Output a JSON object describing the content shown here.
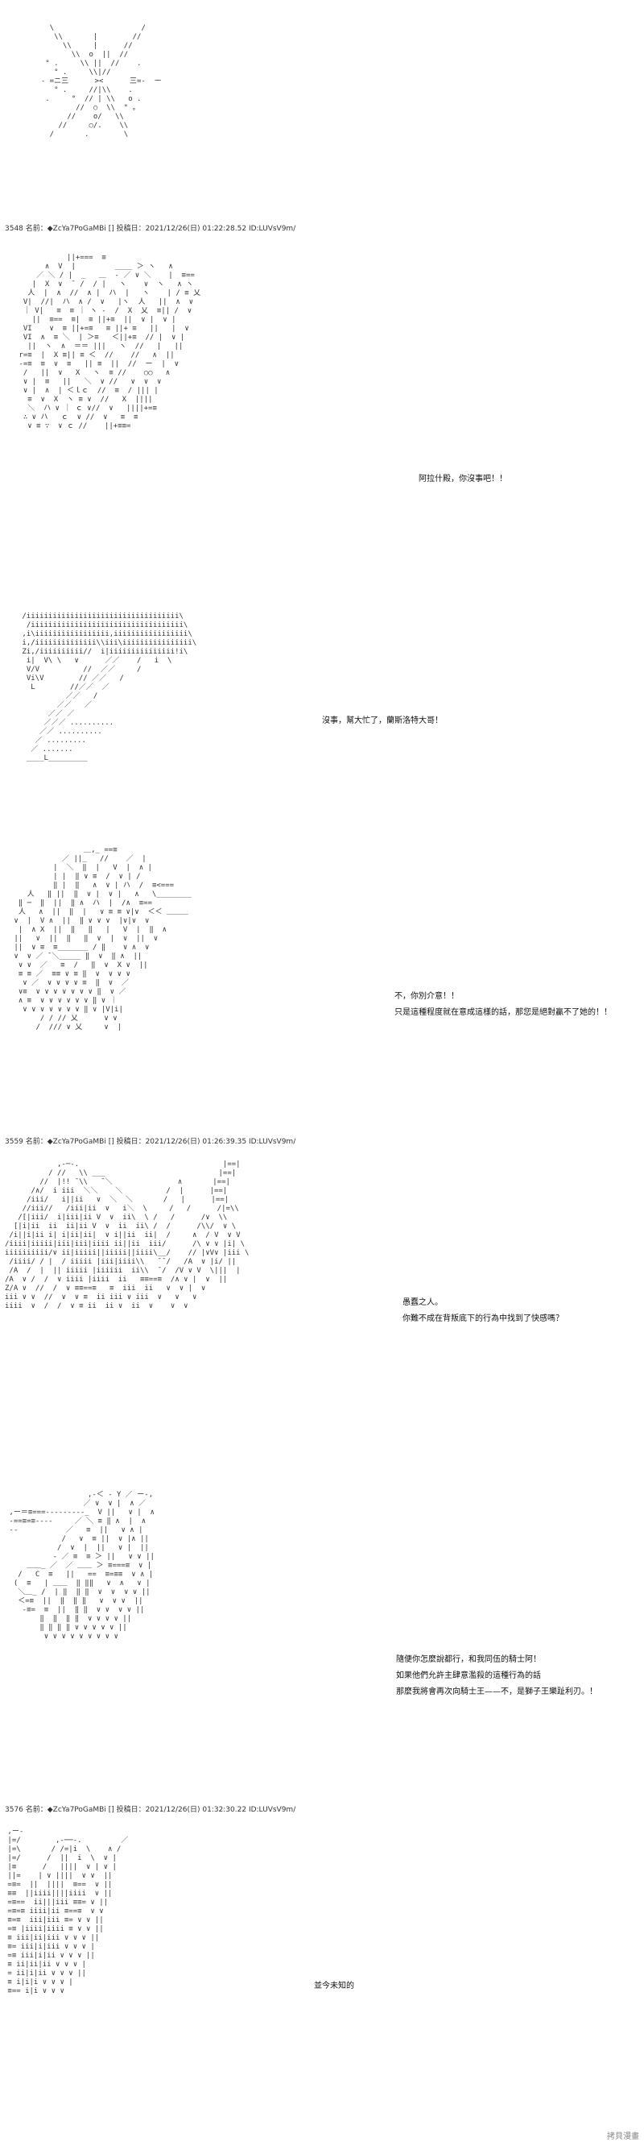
{
  "posts": [
    {
      "header": "3548 名前：◆ZcYa7PoGaMBi [] 投稿日：2021/12/26(日) 01:22:28.52 ID:LUVsV9m/"
    },
    {
      "header": "3559 名前：◆ZcYa7PoGaMBi [] 投稿日：2021/12/26(日) 01:26:39.35 ID:LUVsV9m/"
    },
    {
      "header": "3576 名前：◆ZcYa7PoGaMBi [] 投稿日：2021/12/26(日) 01:32:30.22 ID:LUVsV9m/"
    }
  ],
  "dialogues": [
    {
      "lines": [
        "阿拉什殿，你沒事吧！！"
      ]
    },
    {
      "lines": [
        "沒事，幫大忙了，蘭斯洛特大哥！"
      ]
    },
    {
      "lines": [
        "不，你別介意！！",
        "只是這種程度就在意成這樣的話，那您是絕對贏不了她的！！"
      ]
    },
    {
      "lines": [
        "愚蠢之人。",
        "你難不成在背叛底下的行為中找到了快感嗎？"
      ]
    },
    {
      "lines": [
        "隨便你怎麼說都行，和我同伍的騎士阿！",
        "如果他們允許主肆意濫殺的這種行為的話",
        "那麼我將會再次向騎士王——不，是獅子王樂趾利刃。！"
      ]
    },
    {
      "lines": [
        "並今未知的"
      ]
    }
  ],
  "watermark": "拷貝漫畫"
}
